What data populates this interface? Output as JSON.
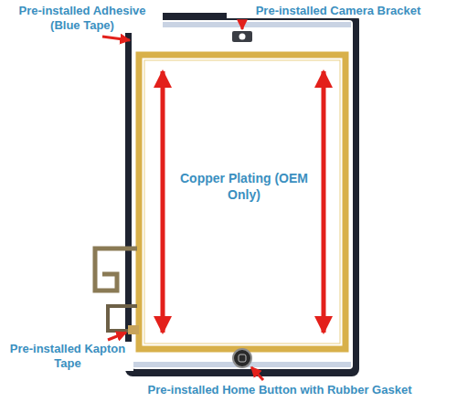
{
  "diagram": {
    "labels": [
      "Pre-installed Adhesive (Blue Tape)",
      "Pre-installed Camera Bracket",
      "Copper Plating (OEM Only)",
      "Pre-installed Kapton Tape",
      "Pre-installed Home Button with Rubber Gasket"
    ]
  }
}
